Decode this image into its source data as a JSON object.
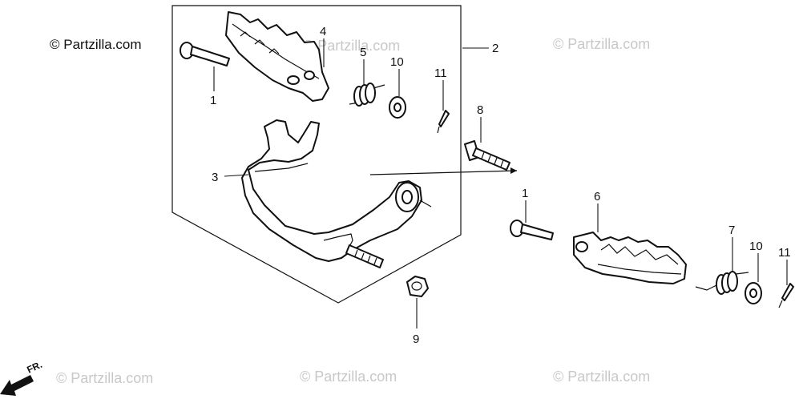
{
  "copyright": "© Partzilla.com",
  "watermark_text": "© Partzilla.com",
  "direction_label": "FR.",
  "colors": {
    "line": "#111111",
    "watermark": "#c8c8c8",
    "background": "#ffffff"
  },
  "callouts": [
    {
      "id": "c1a",
      "text": "1"
    },
    {
      "id": "c2",
      "text": "2"
    },
    {
      "id": "c3",
      "text": "3"
    },
    {
      "id": "c4",
      "text": "4"
    },
    {
      "id": "c5",
      "text": "5"
    },
    {
      "id": "c10a",
      "text": "10"
    },
    {
      "id": "c11a",
      "text": "11"
    },
    {
      "id": "c8",
      "text": "8"
    },
    {
      "id": "c1b",
      "text": "1"
    },
    {
      "id": "c6",
      "text": "6"
    },
    {
      "id": "c7",
      "text": "7"
    },
    {
      "id": "c10b",
      "text": "10"
    },
    {
      "id": "c11b",
      "text": "11"
    },
    {
      "id": "c9",
      "text": "9"
    }
  ]
}
